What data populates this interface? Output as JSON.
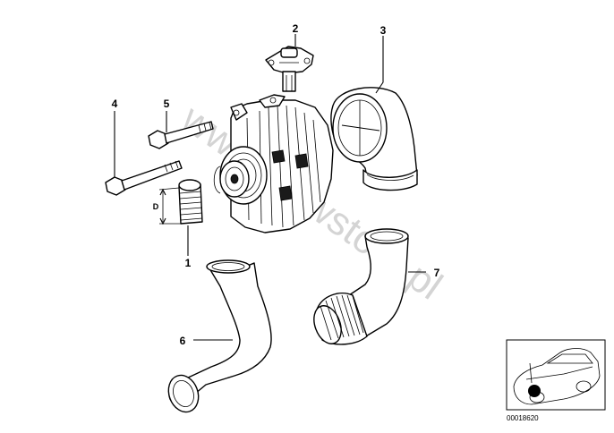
{
  "diagram": {
    "callouts": [
      "1",
      "2",
      "3",
      "4",
      "5",
      "6",
      "7"
    ],
    "dimension_label": "D",
    "watermark": "www.bmwstore.pl",
    "reference_number": "00018620"
  },
  "colors": {
    "line": "#000000",
    "background": "#ffffff",
    "watermark": "#d4d4d4",
    "marker": "#000000"
  }
}
